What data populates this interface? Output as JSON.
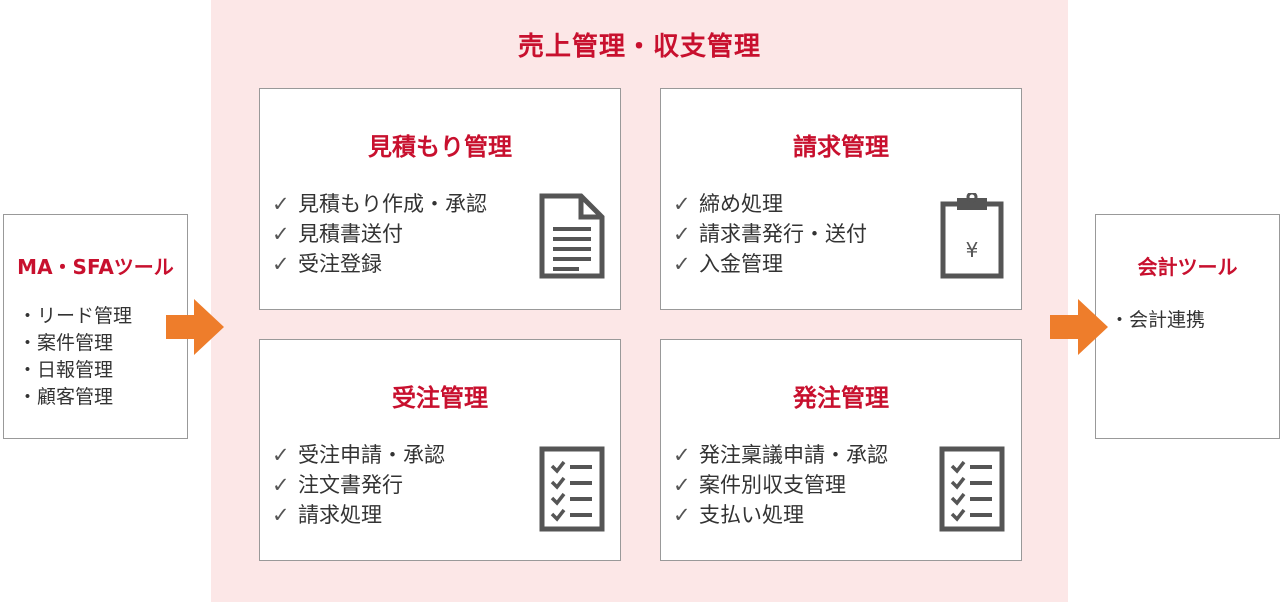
{
  "center": {
    "title": "売上管理・収支管理",
    "background": "#fce7e7",
    "accent": "#c8102e"
  },
  "cards": [
    {
      "title": "見積もり管理",
      "items": [
        "見積もり作成・承認",
        "見積書送付",
        "受注登録"
      ],
      "icon": "document-icon"
    },
    {
      "title": "請求管理",
      "items": [
        "締め処理",
        "請求書発行・送付",
        "入金管理"
      ],
      "icon": "yen-clipboard-icon"
    },
    {
      "title": "受注管理",
      "items": [
        "受注申請・承認",
        "注文書発行",
        "請求処理"
      ],
      "icon": "checklist-icon"
    },
    {
      "title": "発注管理",
      "items": [
        "発注稟議申請・承認",
        "案件別収支管理",
        "支払い処理"
      ],
      "icon": "checklist-icon"
    }
  ],
  "check_mark": "✓",
  "bullet": "・",
  "left_tool": {
    "title": "MA・SFAツール",
    "items": [
      "リード管理",
      "案件管理",
      "日報管理",
      "顧客管理"
    ]
  },
  "right_tool": {
    "title": "会計ツール",
    "items": [
      "会計連携"
    ]
  },
  "arrow_color": "#ee7d2b"
}
